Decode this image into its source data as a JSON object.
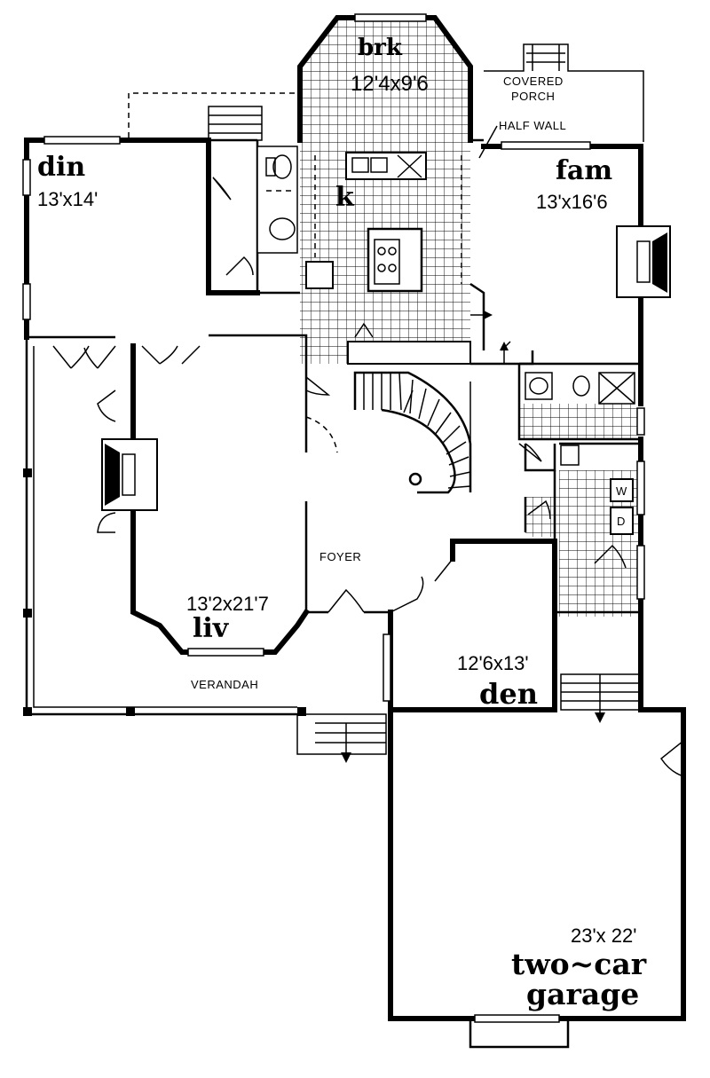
{
  "rooms": {
    "breakfast": {
      "name": "brk",
      "dims": "12'4x9'6"
    },
    "kitchen": {
      "name": "k"
    },
    "dining": {
      "name": "din",
      "dims": "13'x14'"
    },
    "family": {
      "name": "fam",
      "dims": "13'x16'6"
    },
    "living": {
      "name": "liv",
      "dims": "13'2x21'7"
    },
    "den": {
      "name": "den",
      "dims": "12'6x13'"
    },
    "garage": {
      "name_line1": "two~car",
      "name_line2": "garage",
      "dims": "23'x 22'"
    }
  },
  "labels": {
    "covered_porch_1": "COVERED",
    "covered_porch_2": "PORCH",
    "half_wall": "HALF WALL",
    "foyer": "FOYER",
    "verandah": "VERANDAH",
    "washer": "W",
    "dryer": "D"
  }
}
